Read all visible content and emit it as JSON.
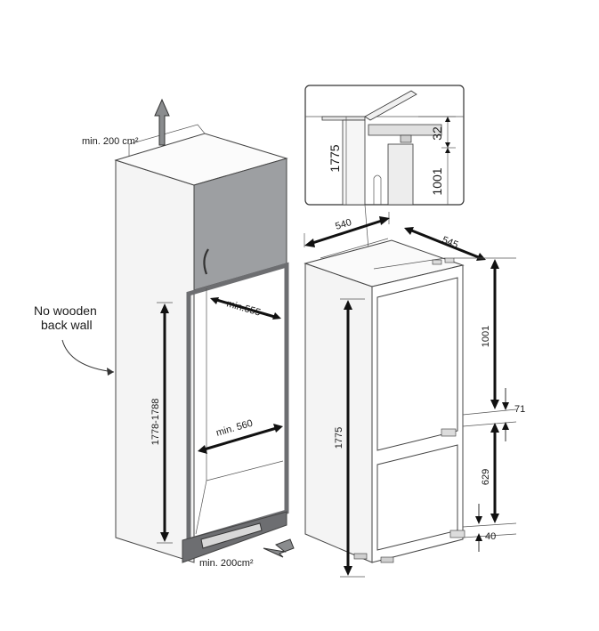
{
  "labels": {
    "vent_top": "min. 200 cm²",
    "vent_bottom": "min. 200cm²",
    "no_back_wall_1": "No wooden",
    "no_back_wall_2": "back wall",
    "min_555": "min.555",
    "min_560": "min. 560",
    "niche_height": "1778-1788",
    "width_540": "540",
    "depth_545": "545",
    "height_1775": "1775",
    "fridge_1001": "1001",
    "gap_71": "71",
    "freezer_629": "629",
    "bottom_40": "40",
    "detail_1775": "1775",
    "detail_32": "32",
    "detail_1001": "1001"
  },
  "colors": {
    "cabinet_door": "#9d9fa2",
    "niche_frame": "#6d6e71",
    "plinth": "#6d6e71",
    "appliance_body": "#f2f2f2",
    "arrow_fill": "#8a8c8e"
  }
}
